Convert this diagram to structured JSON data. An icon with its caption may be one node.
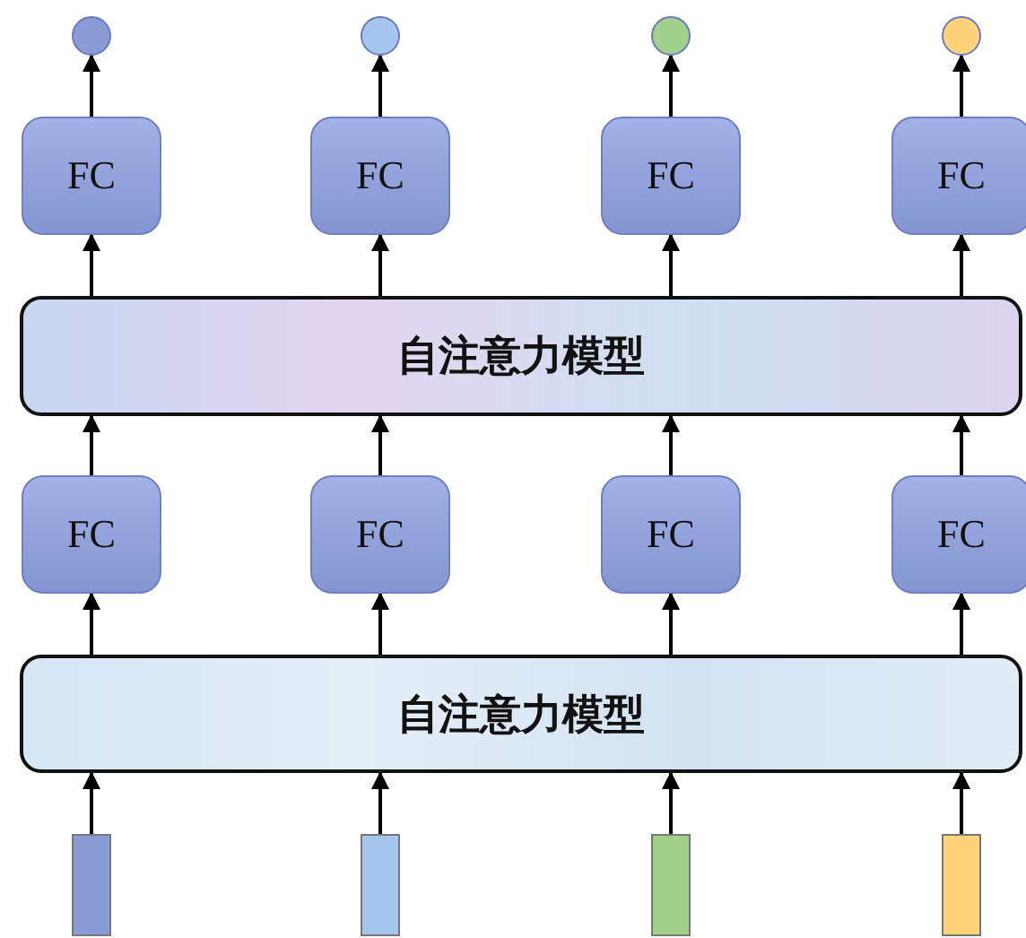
{
  "diagram": {
    "nodes": [
      {
        "text": [],
        "shape": "circle"
      },
      {
        "text": [],
        "shape": "circle"
      },
      {
        "text": [],
        "shape": "circle"
      },
      {
        "text": [],
        "shape": "circle"
      },
      {
        "text": [
          "FC"
        ]
      },
      {
        "text": [
          "FC"
        ]
      },
      {
        "text": [
          "FC"
        ]
      },
      {
        "text": [
          "FC"
        ]
      },
      {
        "text": [
          "自注意力模型"
        ]
      },
      {
        "text": [
          "FC"
        ]
      },
      {
        "text": [
          "FC"
        ]
      },
      {
        "text": [
          "FC"
        ]
      },
      {
        "text": [
          "FC"
        ]
      },
      {
        "text": [
          "自注意力模型"
        ]
      },
      {
        "text": [],
        "shape": "bar"
      },
      {
        "text": [],
        "shape": "bar"
      },
      {
        "text": [],
        "shape": "bar"
      },
      {
        "text": [],
        "shape": "bar"
      }
    ],
    "edges": [
      {
        "from": 4,
        "to": 0,
        "arrow": "to"
      },
      {
        "from": 5,
        "to": 1,
        "arrow": "to"
      },
      {
        "from": 6,
        "to": 2,
        "arrow": "to"
      },
      {
        "from": 7,
        "to": 3,
        "arrow": "to"
      },
      {
        "from": 8,
        "to": 4,
        "arrow": "to"
      },
      {
        "from": 8,
        "to": 5,
        "arrow": "to"
      },
      {
        "from": 8,
        "to": 6,
        "arrow": "to"
      },
      {
        "from": 8,
        "to": 7,
        "arrow": "to"
      },
      {
        "from": 9,
        "to": 8,
        "arrow": "to"
      },
      {
        "from": 10,
        "to": 8,
        "arrow": "to"
      },
      {
        "from": 11,
        "to": 8,
        "arrow": "to"
      },
      {
        "from": 12,
        "to": 8,
        "arrow": "to"
      },
      {
        "from": 13,
        "to": 9,
        "arrow": "to"
      },
      {
        "from": 13,
        "to": 10,
        "arrow": "to"
      },
      {
        "from": 13,
        "to": 11,
        "arrow": "to"
      },
      {
        "from": 13,
        "to": 12,
        "arrow": "to"
      },
      {
        "from": 14,
        "to": 13,
        "arrow": "to"
      },
      {
        "from": 15,
        "to": 13,
        "arrow": "to"
      },
      {
        "from": 16,
        "to": 13,
        "arrow": "to"
      },
      {
        "from": 17,
        "to": 13,
        "arrow": "to"
      }
    ]
  }
}
